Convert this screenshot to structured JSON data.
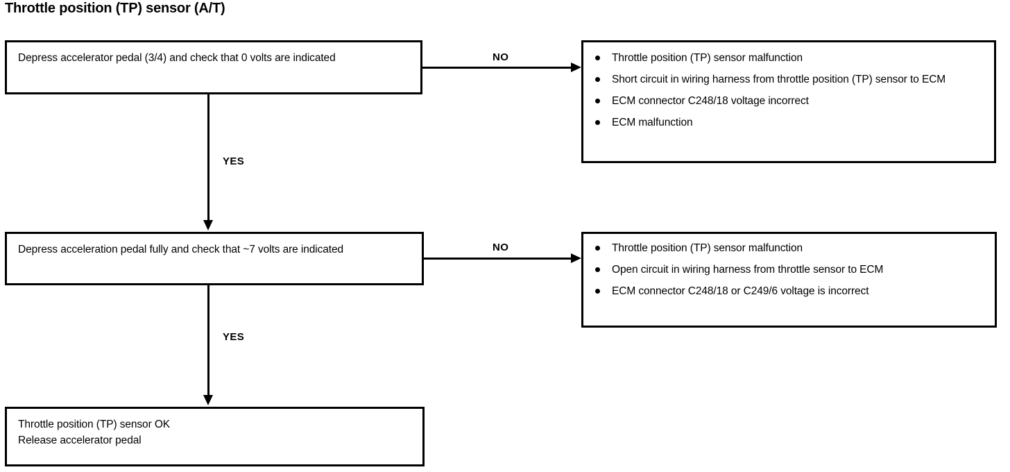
{
  "title": "Throttle position (TP) sensor (A/T)",
  "flow": {
    "steps": [
      {
        "id": "step-1",
        "text": "Depress accelerator pedal (3/4) and check that 0 volts are indicated"
      },
      {
        "id": "step-2",
        "text": "Depress acceleration pedal fully and check that  ~7 volts are indicated"
      },
      {
        "id": "result",
        "text": "Throttle position (TP) sensor OK\nRelease accelerator pedal"
      }
    ],
    "outcomes": [
      {
        "id": "outcome-1",
        "items": [
          "Throttle position (TP) sensor malfunction",
          "Short circuit in wiring harness from throttle position (TP) sensor to ECM",
          "ECM connector C248/18 voltage incorrect",
          "ECM malfunction"
        ]
      },
      {
        "id": "outcome-2",
        "items": [
          "Throttle position (TP) sensor malfunction",
          "Open circuit in wiring harness from throttle sensor to ECM",
          "ECM connector C248/18 or C249/6 voltage is incorrect"
        ]
      }
    ],
    "labels": {
      "no_1": "NO",
      "no_2": "NO",
      "yes_1": "YES",
      "yes_2": "YES"
    }
  },
  "colors": {
    "ink": "#000000",
    "paper": "#ffffff"
  }
}
